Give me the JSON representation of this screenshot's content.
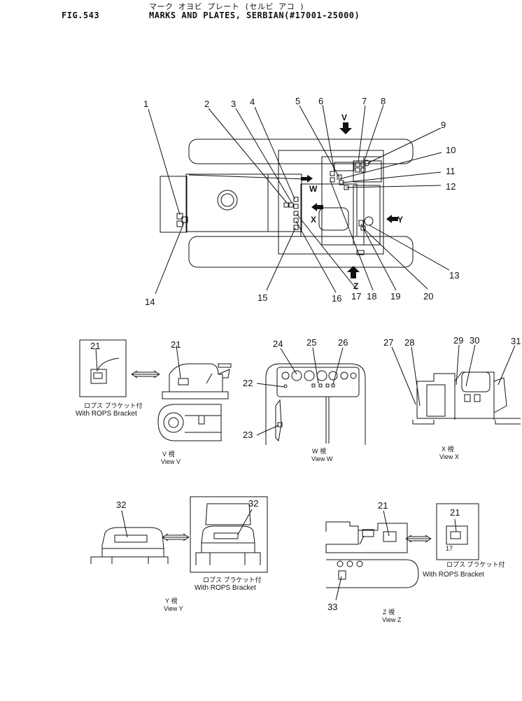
{
  "header": {
    "fig": "FIG.543",
    "title_jp": "マーク オヨビ プレート (セルビ アコ )",
    "title": "MARKS AND PLATES, SERBIAN(#17001-25000)"
  },
  "callouts": [
    "1",
    "2",
    "3",
    "4",
    "5",
    "6",
    "7",
    "8",
    "9",
    "10",
    "11",
    "12",
    "13",
    "14",
    "15",
    "16",
    "17",
    "18",
    "19",
    "20",
    "21",
    "22",
    "23",
    "24",
    "25",
    "26",
    "27",
    "28",
    "29",
    "30",
    "31",
    "32",
    "33"
  ],
  "view_letters": {
    "v": "V",
    "w": "W",
    "x": "X",
    "y": "Y",
    "z": "Z"
  },
  "rops": {
    "jp": "ロプス ブラケット付",
    "en": "With ROPS Bracket",
    "small": "17"
  },
  "views": {
    "v": {
      "jp": "V 視",
      "en": "View V"
    },
    "w": {
      "jp": "W 視",
      "en": "View W"
    },
    "x": {
      "jp": "X 視",
      "en": "View X"
    },
    "y": {
      "jp": "Y 視",
      "en": "View Y"
    },
    "z": {
      "jp": "Z 視",
      "en": "View Z"
    }
  }
}
